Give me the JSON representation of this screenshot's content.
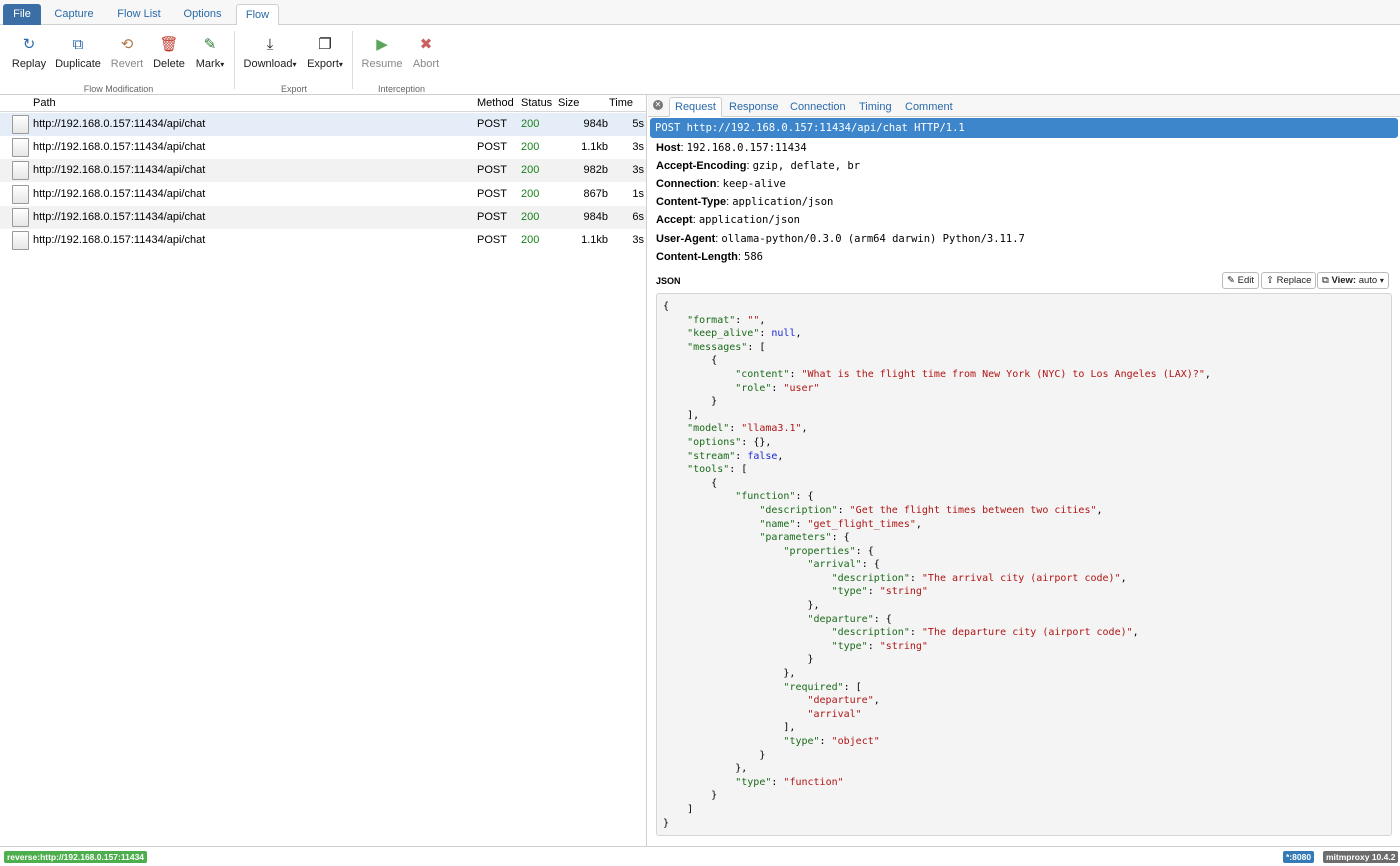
{
  "menu": {
    "file": "File",
    "capture": "Capture",
    "flow_list": "Flow List",
    "options": "Options",
    "flow": "Flow"
  },
  "toolbar": {
    "replay": "Replay",
    "duplicate": "Duplicate",
    "revert": "Revert",
    "delete": "Delete",
    "mark": "Mark",
    "download": "Download",
    "export": "Export",
    "resume": "Resume",
    "abort": "Abort",
    "group_flow_modification": "Flow Modification",
    "group_export": "Export",
    "group_interception": "Interception",
    "dropdown_caret": "▾"
  },
  "flow_list": {
    "columns": {
      "path": "Path",
      "method": "Method",
      "status": "Status",
      "size": "Size",
      "time": "Time"
    },
    "rows": [
      {
        "path": "http://192.168.0.157:11434/api/chat",
        "method": "POST",
        "status": "200",
        "size": "984b",
        "time": "5s"
      },
      {
        "path": "http://192.168.0.157:11434/api/chat",
        "method": "POST",
        "status": "200",
        "size": "1.1kb",
        "time": "3s"
      },
      {
        "path": "http://192.168.0.157:11434/api/chat",
        "method": "POST",
        "status": "200",
        "size": "982b",
        "time": "3s"
      },
      {
        "path": "http://192.168.0.157:11434/api/chat",
        "method": "POST",
        "status": "200",
        "size": "867b",
        "time": "1s"
      },
      {
        "path": "http://192.168.0.157:11434/api/chat",
        "method": "POST",
        "status": "200",
        "size": "984b",
        "time": "6s"
      },
      {
        "path": "http://192.168.0.157:11434/api/chat",
        "method": "POST",
        "status": "200",
        "size": "1.1kb",
        "time": "3s"
      }
    ]
  },
  "detail": {
    "tabs": {
      "request": "Request",
      "response": "Response",
      "connection": "Connection",
      "timing": "Timing",
      "comment": "Comment"
    },
    "request_line": "POST http://192.168.0.157:11434/api/chat HTTP/1.1",
    "headers": [
      {
        "name": "Host",
        "value": "192.168.0.157:11434"
      },
      {
        "name": "Accept-Encoding",
        "value": "gzip, deflate, br"
      },
      {
        "name": "Connection",
        "value": "keep-alive"
      },
      {
        "name": "Content-Type",
        "value": "application/json"
      },
      {
        "name": "Accept",
        "value": "application/json"
      },
      {
        "name": "User-Agent",
        "value": "ollama-python/0.3.0 (arm64 darwin) Python/3.11.7"
      },
      {
        "name": "Content-Length",
        "value": "586"
      }
    ],
    "json_label": "JSON",
    "edit": "Edit",
    "replace": "Replace",
    "view_label": "View:",
    "view_value": "auto",
    "body_lines": [
      "{",
      "    \"format\": \"\",",
      "    \"keep_alive\": null,",
      "    \"messages\": [",
      "        {",
      "            \"content\": \"What is the flight time from New York (NYC) to Los Angeles (LAX)?\",",
      "            \"role\": \"user\"",
      "        }",
      "    ],",
      "    \"model\": \"llama3.1\",",
      "    \"options\": {},",
      "    \"stream\": false,",
      "    \"tools\": [",
      "        {",
      "            \"function\": {",
      "                \"description\": \"Get the flight times between two cities\",",
      "                \"name\": \"get_flight_times\",",
      "                \"parameters\": {",
      "                    \"properties\": {",
      "                        \"arrival\": {",
      "                            \"description\": \"The arrival city (airport code)\",",
      "                            \"type\": \"string\"",
      "                        },",
      "                        \"departure\": {",
      "                            \"description\": \"The departure city (airport code)\",",
      "                            \"type\": \"string\"",
      "                        }",
      "                    },",
      "                    \"required\": [",
      "                        \"departure\",",
      "                        \"arrival\"",
      "                    ],",
      "                    \"type\": \"object\"",
      "                }",
      "            },",
      "            \"type\": \"function\"",
      "        }",
      "    ]",
      "}"
    ]
  },
  "statusbar": {
    "mode": "reverse:http://192.168.0.157:11434",
    "port": "*:8080",
    "version": "mitmproxy 10.4.2"
  },
  "colors": {
    "accent": "#3d86cc",
    "status_ok": "#1a7f1a",
    "json_key": "#1a6b1a",
    "json_string": "#b01515",
    "json_literal": "#1b2bd0"
  }
}
